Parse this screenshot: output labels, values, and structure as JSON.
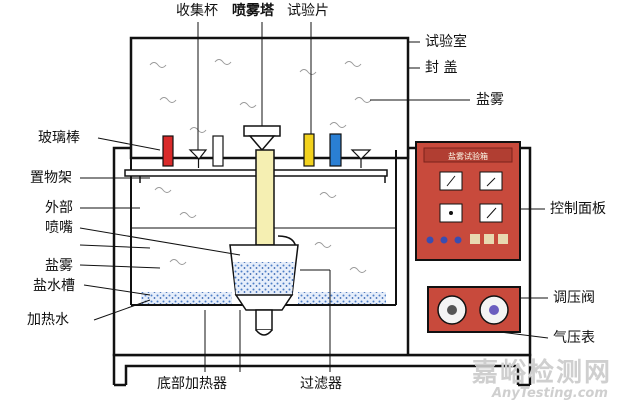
{
  "labels": {
    "collect_cup": "收集杯",
    "spray_tower": "喷雾塔",
    "test_piece": "试验片",
    "chamber": "试验室",
    "cover": "封  盖",
    "salt_fog_top": "盐雾",
    "glass_rod": "玻璃棒",
    "shelf": "置物架",
    "outer": "外部",
    "nozzle": "喷嘴",
    "salt_fog_left": "盐雾",
    "brine_tank": "盐水槽",
    "heated_water": "加热水",
    "control_panel": "控制面板",
    "pressure_valve": "调压阀",
    "pressure_gauge": "气压表",
    "bottom_heater": "底部加热器",
    "filter": "过滤器"
  },
  "panel_title": "盐雾试验箱",
  "watermark": {
    "cn": "嘉峪检测网",
    "en": "AnyTesting.com"
  },
  "colors": {
    "outline": "#111111",
    "control_panel": "#c84a3c",
    "spray_tower": "#f5efb2",
    "brine_dots": "#4d7fc8",
    "heater_red": "#d92a2a",
    "heater_yellow": "#f2d21e",
    "heater_blue": "#2a7fd4",
    "watermark": "#cfcfcf"
  }
}
